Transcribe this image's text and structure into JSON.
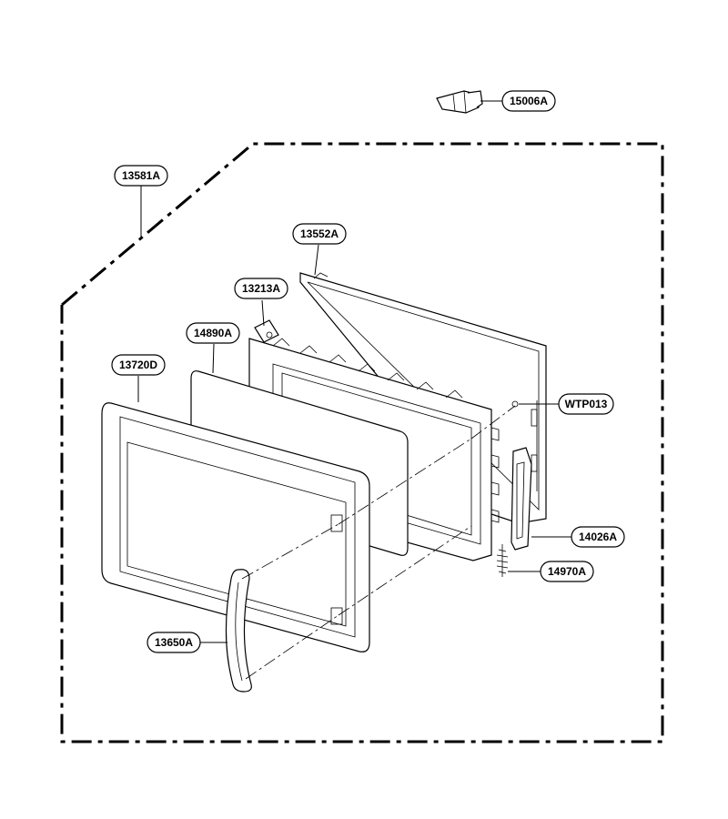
{
  "callouts": {
    "c15006A": "15006A",
    "c13581A": "13581A",
    "c13552A": "13552A",
    "c13213A": "13213A",
    "c14890A": "14890A",
    "c13720D": "13720D",
    "cWTP013": "WTP013",
    "c14026A": "14026A",
    "c14970A": "14970A",
    "c13650A": "13650A"
  }
}
